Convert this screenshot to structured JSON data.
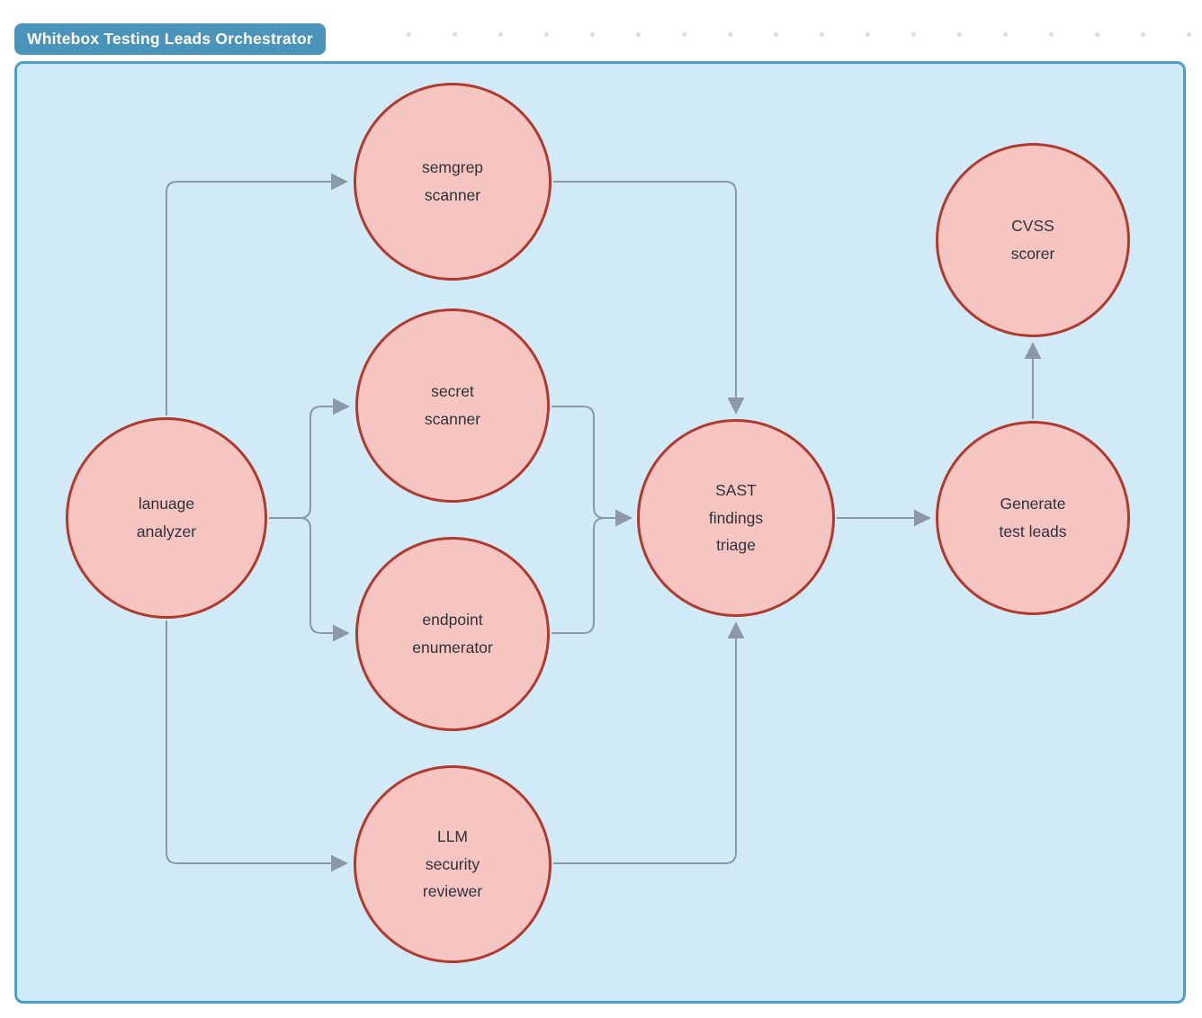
{
  "title_badge": "Whitebox Testing Leads Orchestrator",
  "colors": {
    "badge_bg": "#4a93ba",
    "container_bg": "#d0eaf8",
    "container_border": "#4aa0cc",
    "node_fill": "#f6c5c2",
    "node_border": "#b03a2e",
    "edge": "#8a98a8",
    "node_text": "#2e3338",
    "dots": "#dcdcdc"
  },
  "decor": {
    "dot_count": 18
  },
  "diagram": {
    "nodes": [
      {
        "id": "lanuage-analyzer",
        "label": "lanuage\nanalyzer"
      },
      {
        "id": "semgrep-scanner",
        "label": "semgrep\nscanner"
      },
      {
        "id": "secret-scanner",
        "label": "secret\nscanner"
      },
      {
        "id": "endpoint-enumerator",
        "label": "endpoint\nenumerator"
      },
      {
        "id": "llm-security-reviewer",
        "label": "LLM\nsecurity\nreviewer"
      },
      {
        "id": "sast-findings-triage",
        "label": "SAST\nfindings\ntriage"
      },
      {
        "id": "generate-test-leads",
        "label": "Generate\ntest leads"
      },
      {
        "id": "cvss-scorer",
        "label": "CVSS\nscorer"
      }
    ],
    "edges": [
      {
        "from": "lanuage-analyzer",
        "to": "semgrep-scanner"
      },
      {
        "from": "lanuage-analyzer",
        "to": "secret-scanner"
      },
      {
        "from": "lanuage-analyzer",
        "to": "endpoint-enumerator"
      },
      {
        "from": "lanuage-analyzer",
        "to": "llm-security-reviewer"
      },
      {
        "from": "semgrep-scanner",
        "to": "sast-findings-triage"
      },
      {
        "from": "secret-scanner",
        "to": "sast-findings-triage"
      },
      {
        "from": "endpoint-enumerator",
        "to": "sast-findings-triage"
      },
      {
        "from": "llm-security-reviewer",
        "to": "sast-findings-triage"
      },
      {
        "from": "sast-findings-triage",
        "to": "generate-test-leads"
      },
      {
        "from": "generate-test-leads",
        "to": "cvss-scorer"
      }
    ]
  }
}
